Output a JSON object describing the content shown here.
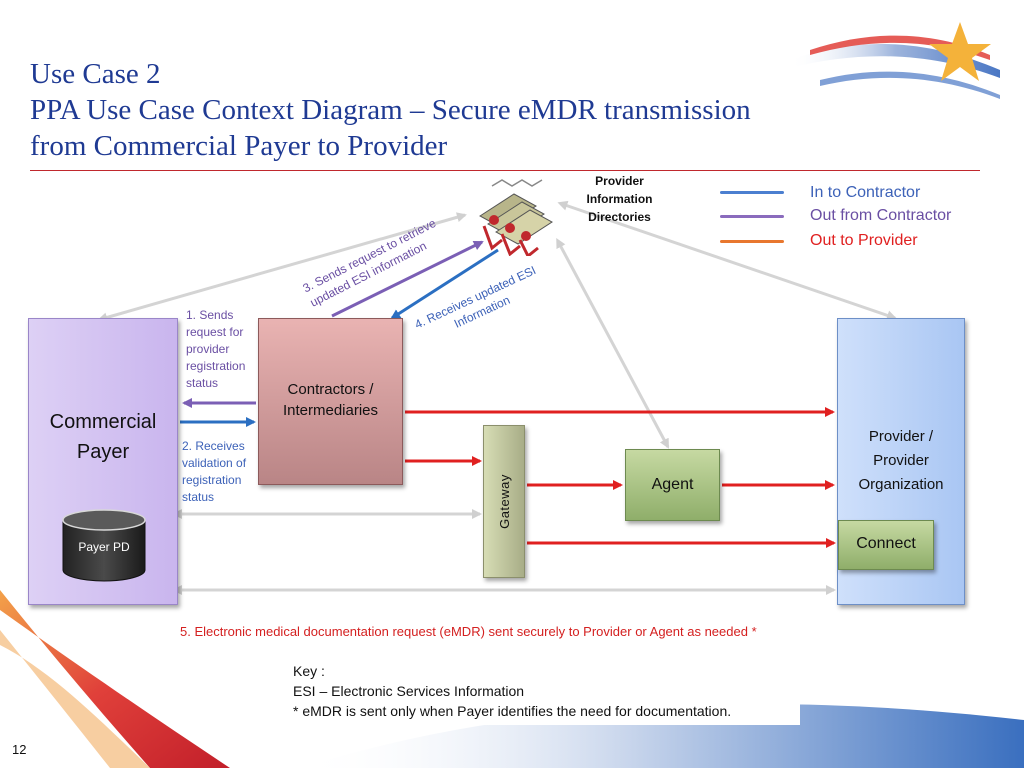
{
  "slide": {
    "title_line1": "Use Case 2",
    "title_line2": "PPA Use Case Context Diagram – Secure eMDR transmission",
    "title_line3": "from Commercial Payer to Provider",
    "page_number": "12"
  },
  "directories": {
    "label_line1": "Provider",
    "label_line2": "Information",
    "label_line3": "Directories"
  },
  "legend": {
    "items": [
      {
        "label": "In to Contractor",
        "color": "#4b7fd0"
      },
      {
        "label": "Out from Contractor",
        "color": "#8a6bbd"
      },
      {
        "label": "Out to Provider",
        "color": "#e8772e"
      }
    ]
  },
  "nodes": {
    "payer_line1": "Commercial",
    "payer_line2": "Payer",
    "contractors_line1": "Contractors /",
    "contractors_line2": "Intermediaries",
    "gateway": "Gateway",
    "agent": "Agent",
    "provider_line1": "Provider /",
    "provider_line2": "Provider",
    "provider_line3": "Organization",
    "connect": "Connect",
    "payer_pd": "Payer  PD"
  },
  "notes": {
    "step1_line1": "1. Sends",
    "step1_line2": "request for",
    "step1_line3": "provider",
    "step1_line4": "registration",
    "step1_line5": "status",
    "step2_line1": "2. Receives",
    "step2_line2": "validation of",
    "step2_line3": "registration",
    "step2_line4": "status",
    "step3_line1": "3. Sends request to retrieve",
    "step3_line2": "updated ESI information",
    "step4_line1": "4. Receives updated  ESI",
    "step4_line2": "Information",
    "step5": "5. Electronic medical documentation request (eMDR) sent securely to Provider or Agent as needed *"
  },
  "key": {
    "heading": "Key :",
    "line1": "ESI – Electronic Services Information",
    "line2": "* eMDR is sent only when Payer identifies the need for documentation."
  },
  "colors": {
    "title": "#1f3a93",
    "red_arrow": "#e02020",
    "blue_arrow": "#2b6fc2",
    "purple_arrow": "#7b5fb5",
    "gray_arrow": "#d4d4d4"
  }
}
